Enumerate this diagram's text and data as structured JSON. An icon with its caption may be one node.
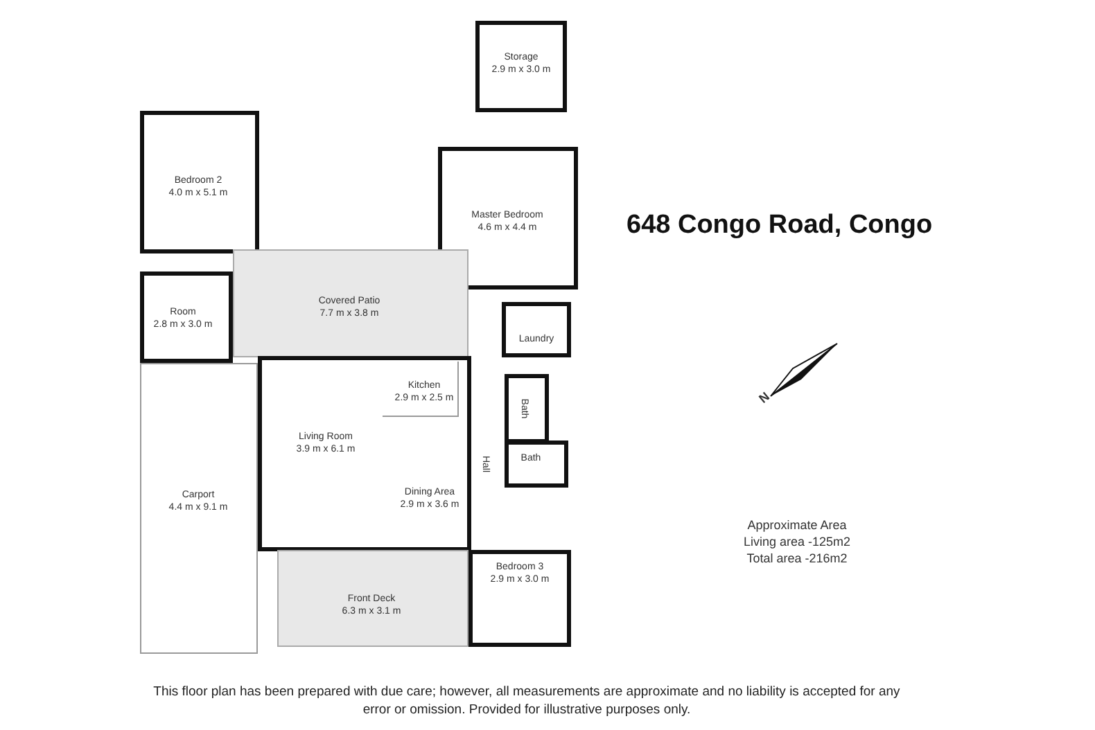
{
  "diagram": {
    "title": "648 Congo Road, Congo",
    "caption": "This floor plan has been prepared with due care; however, all measurements are approximate and no liability is accepted for any error or omission. Provided for illustrative purposes only.",
    "nodes": [
      {
        "text": [
          "Storage",
          "2.9 m x 3.0 m"
        ]
      },
      {
        "text": [
          "Bedroom 2",
          "4.0 m x 5.1 m"
        ]
      },
      {
        "text": [
          "Master Bedroom",
          "4.6 m x 4.4 m"
        ]
      },
      {
        "text": [
          "Covered Patio",
          "7.7 m x 3.8 m"
        ]
      },
      {
        "text": [
          "Room",
          "2.8 m x 3.0 m"
        ]
      },
      {
        "text": [
          "Laundry"
        ]
      },
      {
        "text": [
          "Living Room",
          "3.9 m x 6.1 m"
        ]
      },
      {
        "text": [
          "Kitchen",
          "2.9 m x 2.5 m"
        ],
        "in": 6
      },
      {
        "text": [
          "Bath"
        ]
      },
      {
        "text": [
          "Hall"
        ]
      },
      {
        "text": [
          "Bath"
        ]
      },
      {
        "text": [
          "Dining Area",
          "2.9 m x 3.6 m"
        ],
        "in": 6
      },
      {
        "text": [
          "Carport",
          "4.4 m x 9.1 m"
        ]
      },
      {
        "text": [
          "Front Deck",
          "6.3 m x 3.1 m"
        ]
      },
      {
        "text": [
          "Bedroom 3",
          "2.9 m x 3.0 m"
        ]
      }
    ],
    "labels": [
      "N",
      "Approximate Area",
      "Living area -125m2",
      "Total area -216m2"
    ]
  }
}
